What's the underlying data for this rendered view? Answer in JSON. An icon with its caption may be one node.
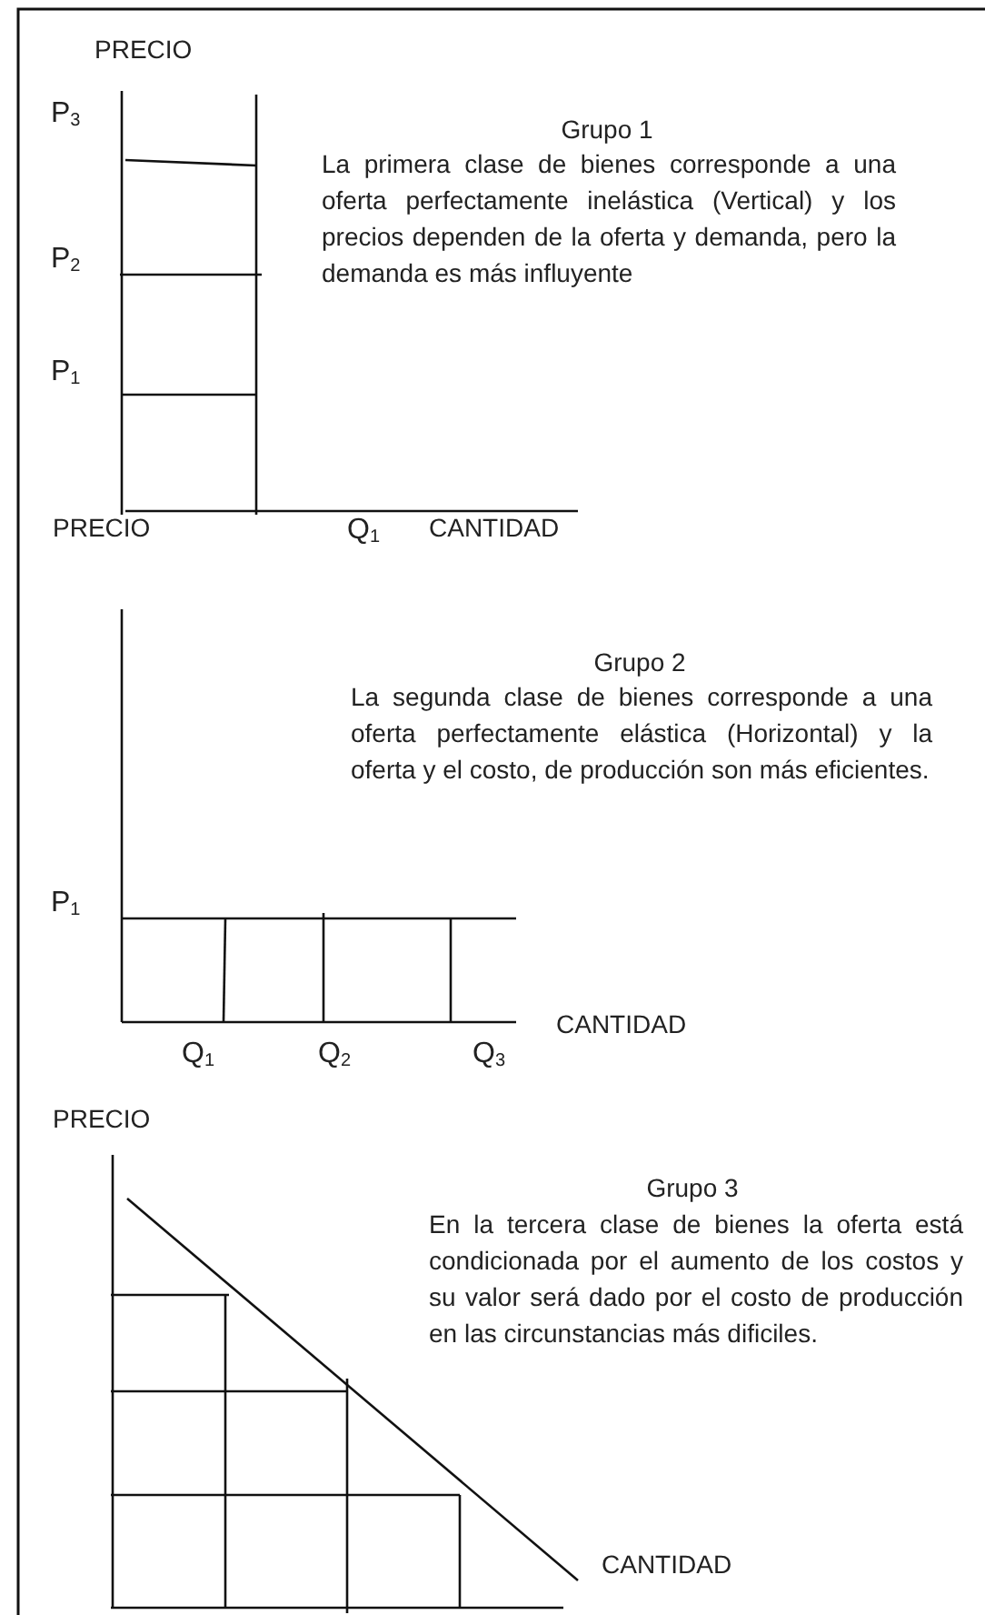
{
  "diagram": {
    "labels": [
      "PRECIO",
      "P$_{3}$",
      "Grupo 1",
      "La primera clase de bienes corresponde a una oferta perfectamente inelástica (Vertical) y los precios dependen de la oferta y demanda, pero la demanda es más influyente",
      "P$_{2}$",
      "P$_{1}$",
      "PRECIO",
      "Q$_{1}$",
      "CANTIDAD",
      "Grupo 2",
      "La segunda clase de bienes corresponde a una oferta perfectamente elástica (Horizontal) y la oferta y el costo, de producción son más eficientes.",
      "P$_{1}$",
      "CANTIDAD",
      "Q$_{1}$",
      "Q$_{2}$",
      "Q$_{3}$",
      "PRECIO",
      "Grupo 3",
      "En la tercera clase de bienes la oferta está condicionada por el aumento de los costos y su valor será dado por el costo de producción en las circunstancias más dificiles.",
      "CANTIDAD"
    ]
  }
}
